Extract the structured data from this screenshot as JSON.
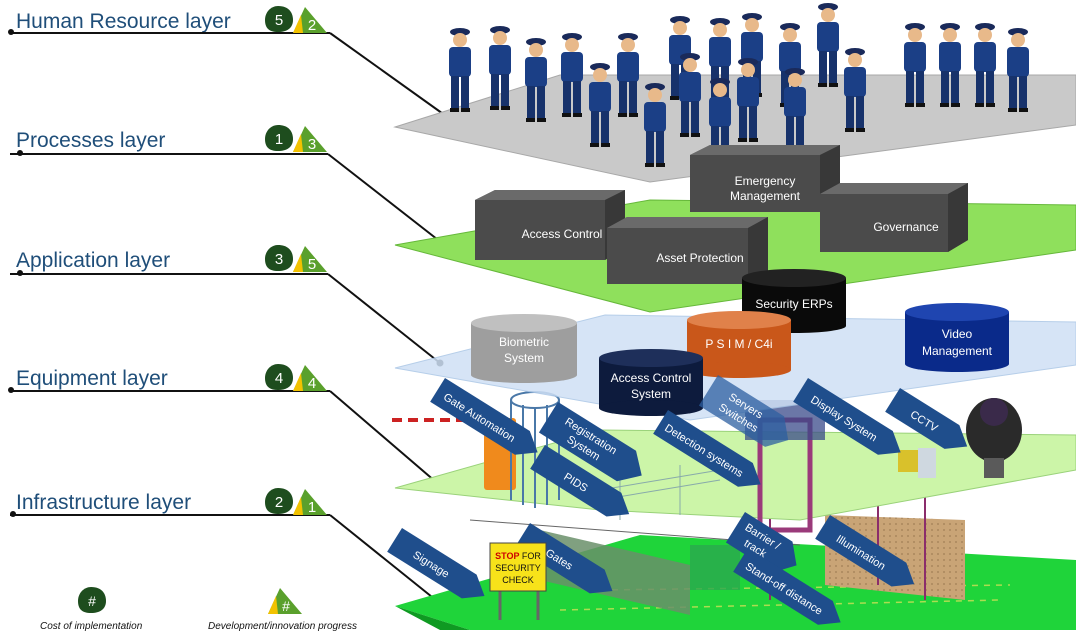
{
  "layers": [
    {
      "name": "Human Resource layer",
      "cost": "5",
      "progress": "2"
    },
    {
      "name": "Processes layer",
      "cost": "1",
      "progress": "3"
    },
    {
      "name": "Application layer",
      "cost": "3",
      "progress": "5"
    },
    {
      "name": "Equipment layer",
      "cost": "4",
      "progress": "4"
    },
    {
      "name": "Infrastructure layer",
      "cost": "2",
      "progress": "1"
    }
  ],
  "legend": {
    "symbol": "#",
    "cost_label": "Cost of implementation",
    "progress_label": "Development/innovation progress"
  },
  "processes": [
    "Emergency",
    "Management",
    "Access Control",
    "Asset Protection",
    "Governance"
  ],
  "applications": [
    "Security ERPs",
    "Biometric",
    "System",
    "P S I M / C4i",
    "Access Control",
    "System",
    "Video",
    "Management"
  ],
  "equipment": [
    "Gate Automation",
    "Registration",
    "System",
    "Servers",
    "Switches",
    "Display System",
    "CCTV",
    "Detection systems",
    "PIDS"
  ],
  "infrastructure": [
    "Signage",
    "Gates",
    "Barrier /",
    "track",
    "Illumination",
    "Stand-off distance"
  ],
  "sign": [
    "STOP",
    "FOR",
    "SECURITY",
    "CHECK"
  ],
  "colors": {
    "label_blue": "#1f4e79",
    "badge_green": "#1e4d1e",
    "progress_green": "#5aa02c",
    "progress_yellow": "#f2c200",
    "plane_grass": "#8fd65c",
    "plane_gray": "#c8c8c8",
    "arrow_blue": "#1f4e8c",
    "box_gray": "#4a4a4a"
  }
}
